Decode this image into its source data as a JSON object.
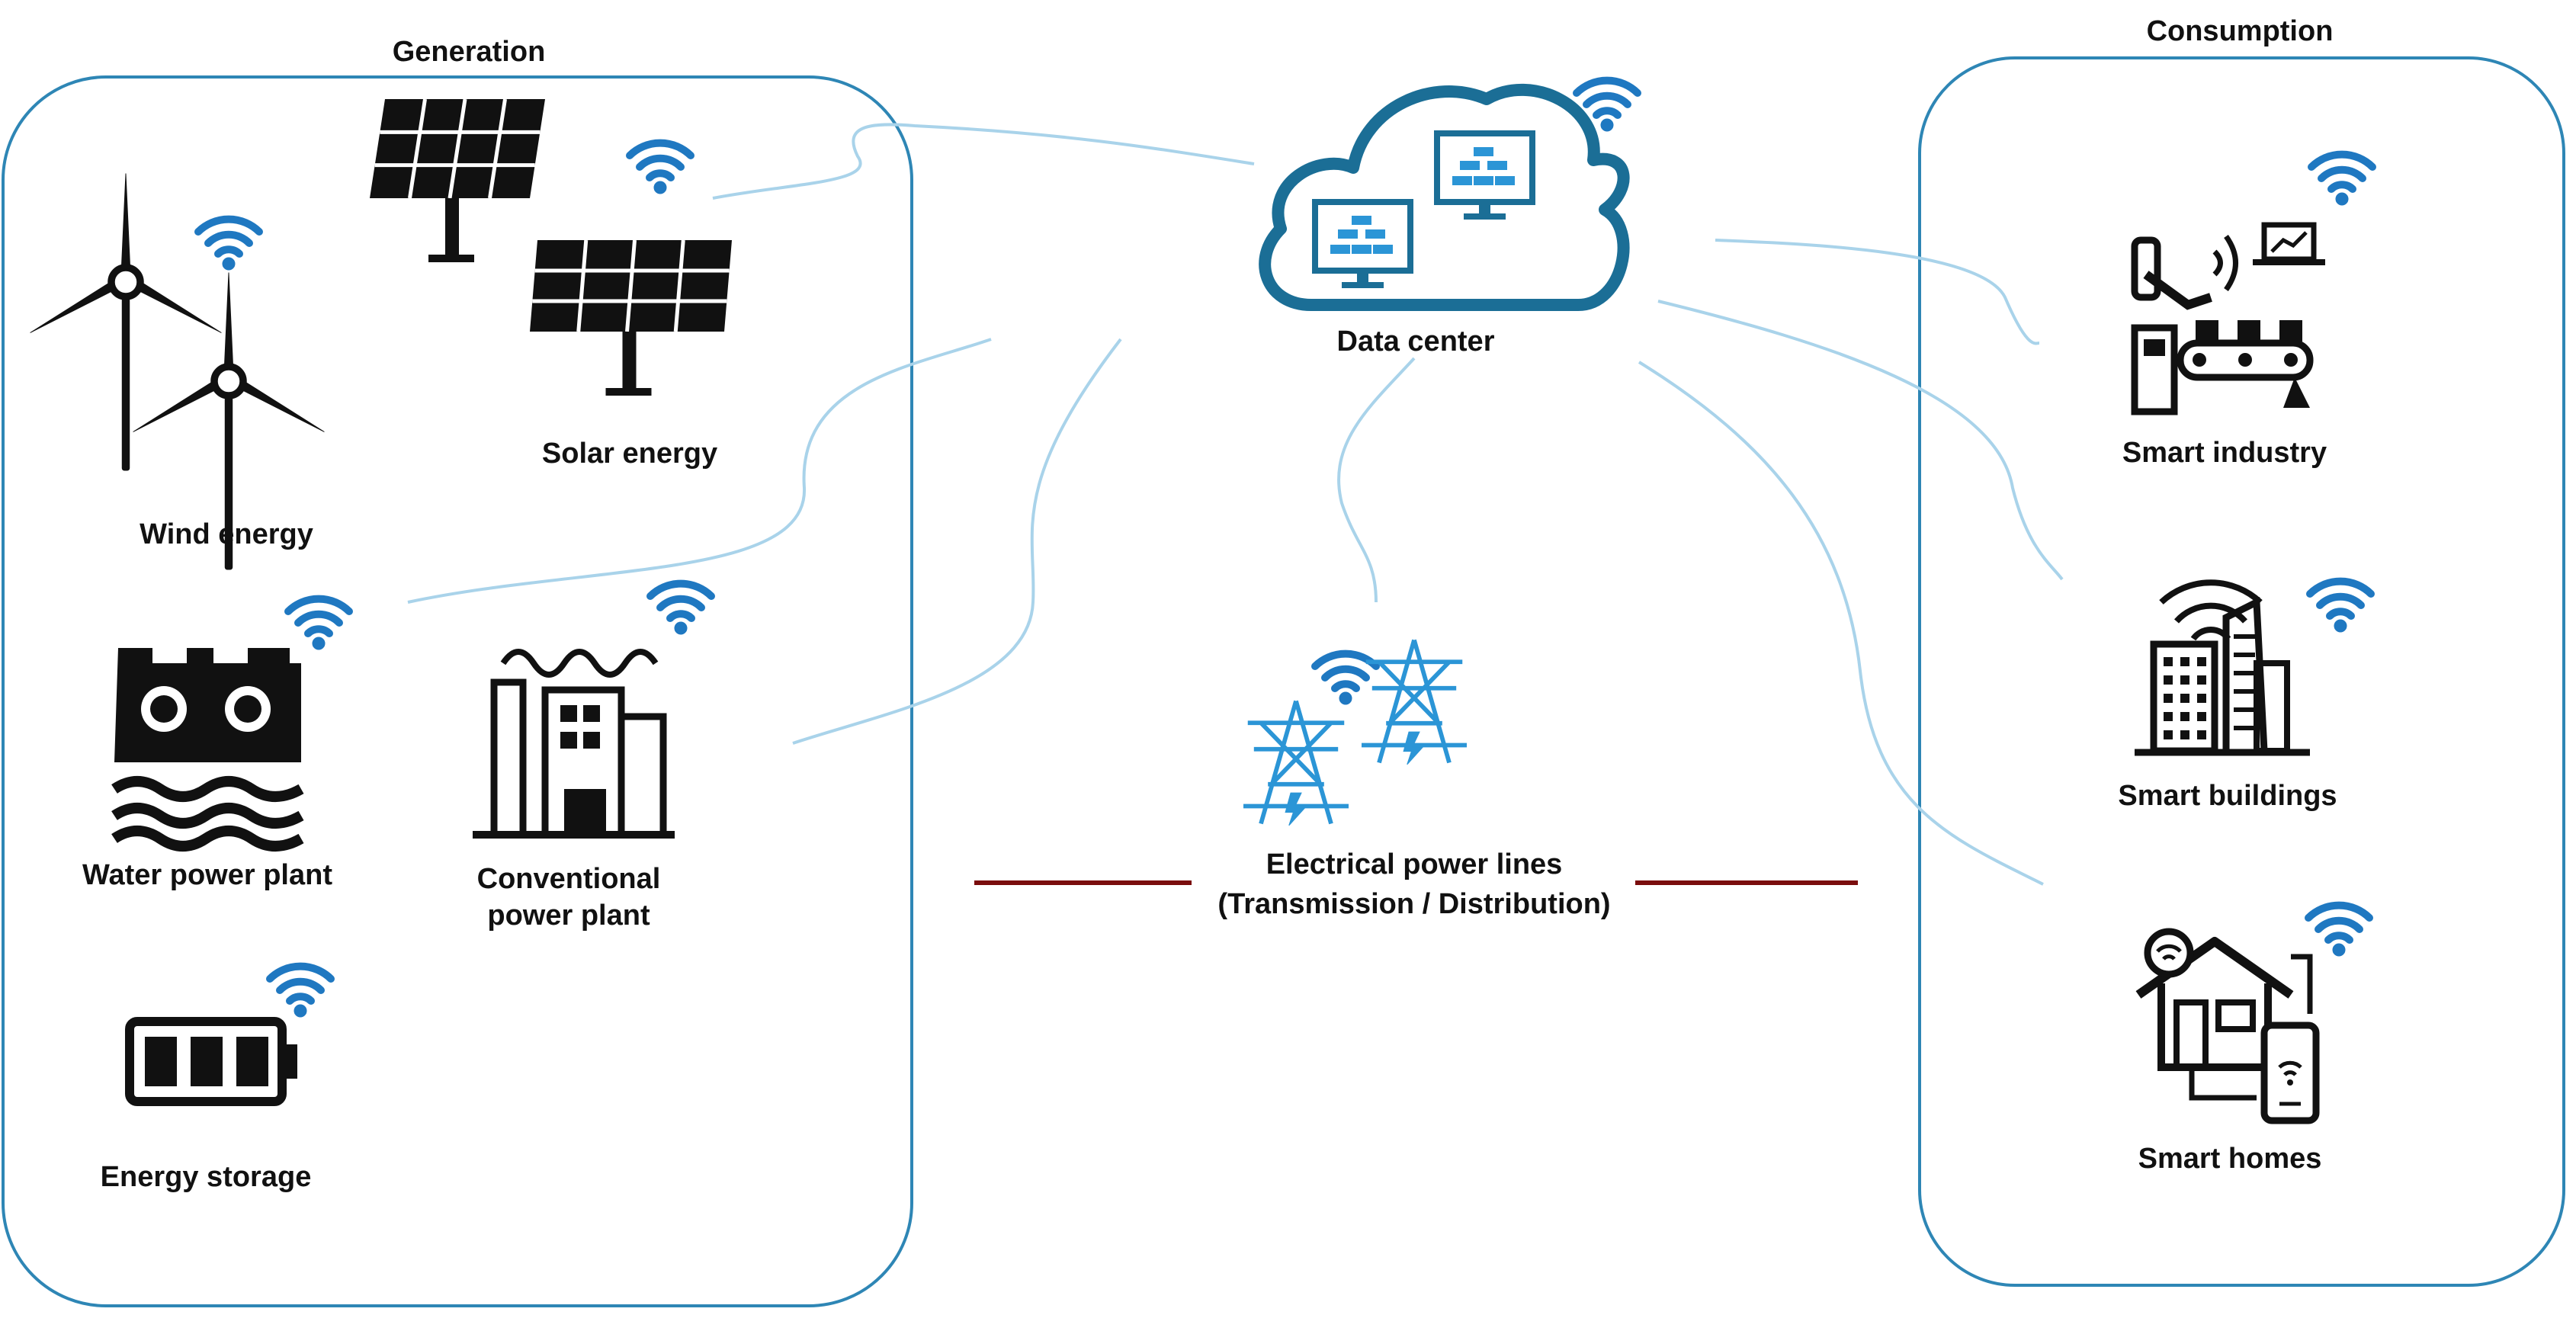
{
  "groups": {
    "generation": {
      "title": "Generation"
    },
    "consumption": {
      "title": "Consumption"
    }
  },
  "nodes": {
    "wind": {
      "label": "Wind energy",
      "icon": "wind-turbine-icon"
    },
    "solar": {
      "label": "Solar energy",
      "icon": "solar-panel-icon"
    },
    "water": {
      "label": "Water power plant",
      "icon": "dam-icon"
    },
    "conventional": {
      "label_line1": "Conventional",
      "label_line2": "power plant",
      "icon": "factory-icon"
    },
    "storage": {
      "label": "Energy storage",
      "icon": "battery-icon"
    },
    "datacenter": {
      "label": "Data center",
      "icon": "cloud-server-icon"
    },
    "powerlines": {
      "label_line1": "Electrical power lines",
      "label_line2": "(Transmission / Distribution)",
      "icon": "transmission-tower-icon"
    },
    "industry": {
      "label": "Smart industry",
      "icon": "robot-arm-conveyor-icon"
    },
    "buildings": {
      "label": "Smart buildings",
      "icon": "skyscraper-icon"
    },
    "homes": {
      "label": "Smart homes",
      "icon": "smart-home-icon"
    }
  },
  "colors": {
    "group_border": "#2e86b5",
    "connection": "#a9d3ea",
    "wifi": "#1f78c1",
    "cloud_stroke": "#1b6e96",
    "tower": "#2b95d6",
    "power_line": "#7a0d0d",
    "icon_fill": "#111111"
  }
}
